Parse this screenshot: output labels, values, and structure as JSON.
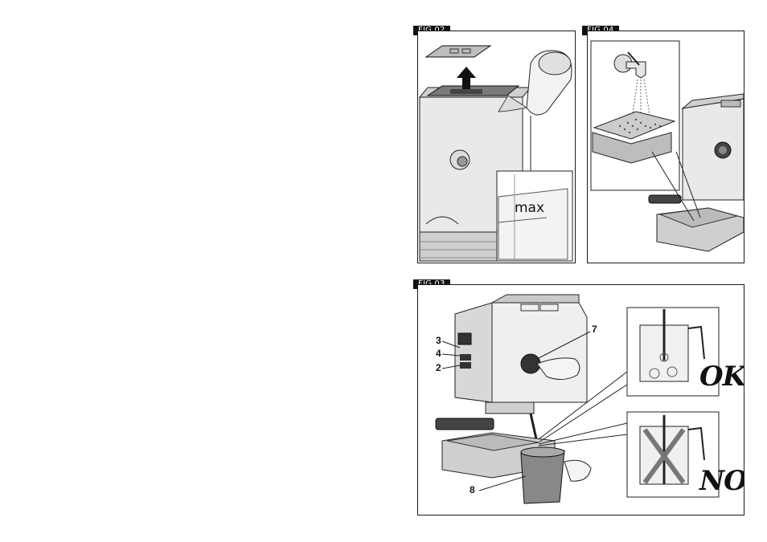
{
  "figures": {
    "fig02": {
      "tag": "FIG.02",
      "max_label": "max"
    },
    "fig04": {
      "tag": "FIG.04"
    },
    "fig03": {
      "tag": "FIG.03",
      "callouts": {
        "c3": "3",
        "c4": "4",
        "c2": "2",
        "c7": "7",
        "c8": "8"
      },
      "ok_label": "OK",
      "no_label": "NO"
    }
  }
}
